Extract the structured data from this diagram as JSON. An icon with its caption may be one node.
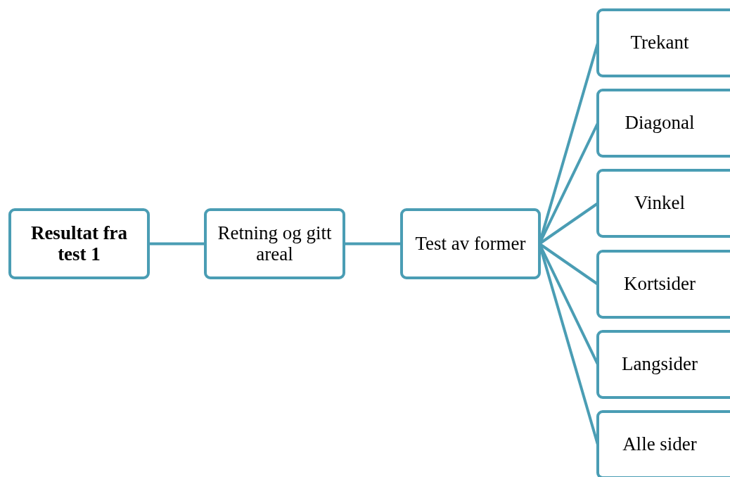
{
  "diagram": {
    "nodes": [
      {
        "text": [
          "Resultat fra test 1"
        ]
      },
      {
        "text": [
          "Retning og gitt areal"
        ]
      },
      {
        "text": [
          "Test av former"
        ]
      },
      {
        "text": [
          "Trekant"
        ]
      },
      {
        "text": [
          "Diagonal"
        ]
      },
      {
        "text": [
          "Vinkel"
        ]
      },
      {
        "text": [
          "Kortsider"
        ]
      },
      {
        "text": [
          "Langsider"
        ]
      },
      {
        "text": [
          "Alle sider"
        ]
      }
    ],
    "edges": [
      {
        "from": 0,
        "to": 1,
        "arrow": "none"
      },
      {
        "from": 1,
        "to": 2,
        "arrow": "none"
      },
      {
        "from": 2,
        "to": 3,
        "arrow": "none"
      },
      {
        "from": 2,
        "to": 4,
        "arrow": "none"
      },
      {
        "from": 2,
        "to": 5,
        "arrow": "none"
      },
      {
        "from": 2,
        "to": 6,
        "arrow": "none"
      },
      {
        "from": 2,
        "to": 7,
        "arrow": "none"
      },
      {
        "from": 2,
        "to": 8,
        "arrow": "none"
      }
    ]
  }
}
